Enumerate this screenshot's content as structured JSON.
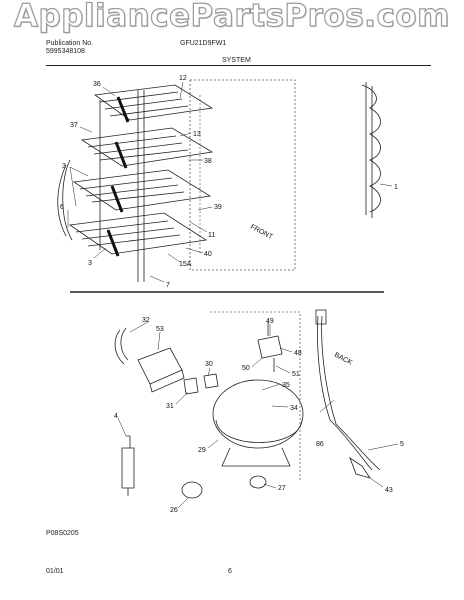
{
  "watermark": "AppliancePartsPros.com",
  "header": {
    "publication_label": "Publication No.",
    "publication_number": "5995348108",
    "model": "GFU21D9FW1",
    "section": "SYSTEM"
  },
  "callouts": {
    "c36": "36",
    "c12": "12",
    "c37": "37",
    "c13": "13",
    "c38": "38",
    "c3a": "3",
    "c3b": "3",
    "c6": "6",
    "c39": "39",
    "c11": "11",
    "c40": "40",
    "c15a": "15A",
    "c7": "7",
    "c1": "1",
    "c32": "32",
    "c53": "53",
    "c49": "49",
    "c48": "48",
    "c50": "50",
    "c51": "51",
    "c30": "30",
    "c35": "35",
    "c31": "31",
    "c34": "34",
    "c4": "4",
    "c29": "29",
    "c86": "86",
    "c5": "5",
    "c43": "43",
    "c27": "27",
    "c26": "26"
  },
  "diagram_text": {
    "front": "FRONT",
    "back": "BACK"
  },
  "footer": {
    "figure_code": "P08S0205",
    "date": "01/01",
    "page": "6"
  }
}
